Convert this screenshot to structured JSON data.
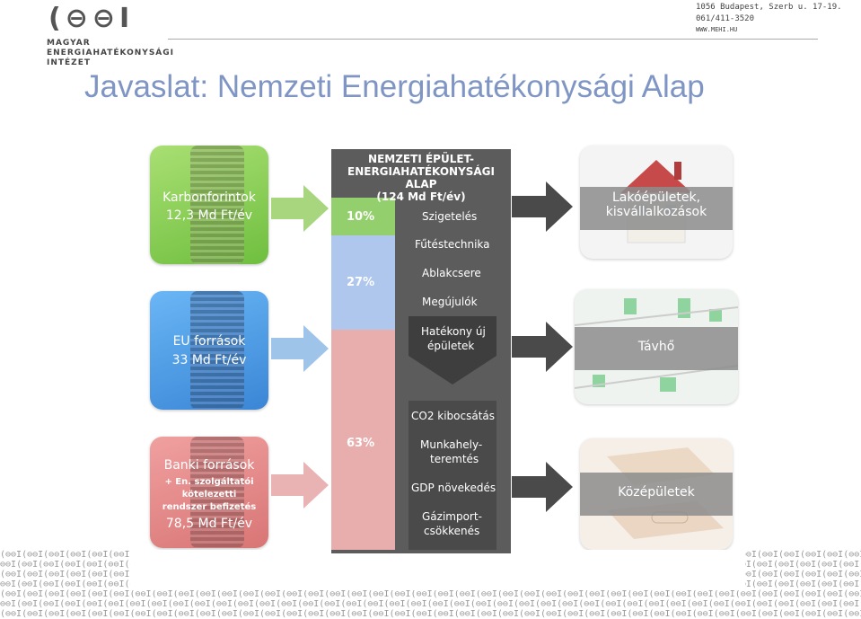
{
  "header": {
    "logo": "(⊖⊖I",
    "org_lines": [
      "MAGYAR",
      "ENERGIAHATÉKONYSÁGI",
      "INTÉZET"
    ],
    "address_lines": [
      "1056 Budapest, Szerb u. 17-19.",
      "061/411-3520",
      "WWW.MEHI.HU"
    ]
  },
  "title": "Javaslat: Nemzeti Energiahatékonysági  Alap",
  "sources": [
    {
      "label_lines": [
        "Karbonforintok",
        "12,3 Md Ft/év"
      ],
      "color": "#8ecf5a"
    },
    {
      "label_lines": [
        "EU források",
        "33 Md Ft/év"
      ],
      "color": "#4f9ee6"
    },
    {
      "label_lines": [
        "Banki források"
      ],
      "sub_lines": [
        "+ En. szolgáltatói",
        "kötelezetti",
        "rendszer befizetés"
      ],
      "amount": "78,5 Md Ft/év",
      "color": "#e88a8a"
    }
  ],
  "fund": {
    "title_lines": [
      "NEMZETI ÉPÜLET-",
      "ENERGIAHATÉKONYSÁGI ALAP",
      "(124 Md Ft/év)"
    ],
    "segments": [
      {
        "pct": "10%",
        "color": "#93cf6c",
        "value": 10
      },
      {
        "pct": "27%",
        "color": "#afc7ec",
        "value": 27
      },
      {
        "pct": "63%",
        "color": "#e8aeae",
        "value": 63
      }
    ],
    "measures": [
      "Szigetelés",
      "Fűtéstechnika",
      "Ablakcsere",
      "Megújulók"
    ],
    "arrow_label_lines": [
      "Hatékony új",
      "épületek"
    ],
    "outcomes": [
      "CO2 kibocsátás",
      "Munkahely-",
      "teremtés",
      "GDP növekedés",
      "Gázimport-",
      "csökkenés"
    ]
  },
  "targets": [
    {
      "label_lines": [
        "Lakóépületek,",
        "kisvállalkozások"
      ]
    },
    {
      "label_lines": [
        "Távhő"
      ]
    },
    {
      "label_lines": [
        "Középületek"
      ]
    }
  ],
  "footer": {
    "pattern": "(⊖⊖I"
  }
}
